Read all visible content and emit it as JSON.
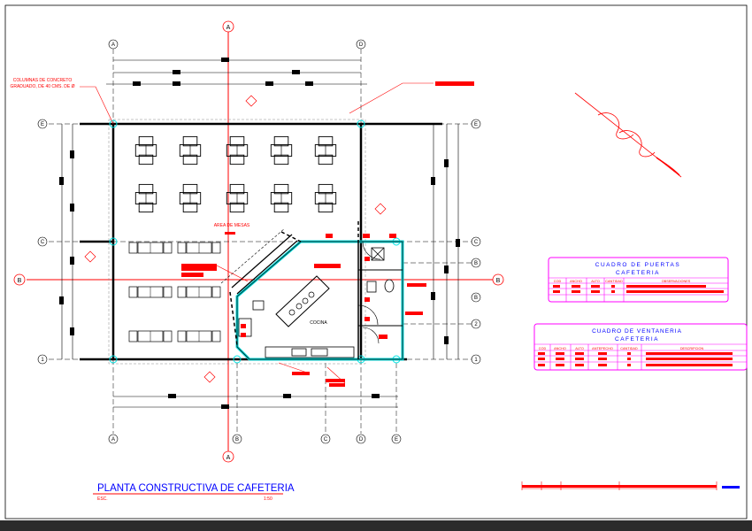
{
  "drawing": {
    "title": "PLANTA CONSTRUCTIVA DE CAFETERIA",
    "scale_label": "ESC.",
    "scale_value": "1:50",
    "note_columns_line1": "COLUMNAS DE CONCRETO",
    "note_columns_line2": "GRADUADO, DE 40 CMS. DE Ø",
    "label_area_mesas": "AREA DE MESAS",
    "label_cocina": "COCINA"
  },
  "axes": {
    "top": [
      "A",
      "D"
    ],
    "bottom": [
      "A",
      "B",
      "C",
      "D",
      "E"
    ],
    "left": [
      "E",
      "C",
      "B",
      "1"
    ],
    "right": [
      "E",
      "C",
      "B",
      "2",
      "1"
    ],
    "section_mark": "A",
    "section_b": "B"
  },
  "door_table": {
    "title_line1": "CUADRO DE PUERTAS",
    "title_line2": "CAFETERIA",
    "headers": [
      "COD",
      "ANCHO",
      "ALTO",
      "CANTIDAD",
      "OBSERVACIONES"
    ]
  },
  "window_table": {
    "title_line1": "CUADRO DE VENTANERIA",
    "title_line2": "CAFETERIA",
    "headers": [
      "COD",
      "ANCHO",
      "ALTO",
      "ANTEPECHO",
      "CANTIDAD",
      "DESCRIPCION"
    ]
  },
  "colors": {
    "red": "#ff0000",
    "cyan": "#00ffff",
    "blue": "#0000ff",
    "magenta": "#ff00ff",
    "black": "#000000"
  }
}
